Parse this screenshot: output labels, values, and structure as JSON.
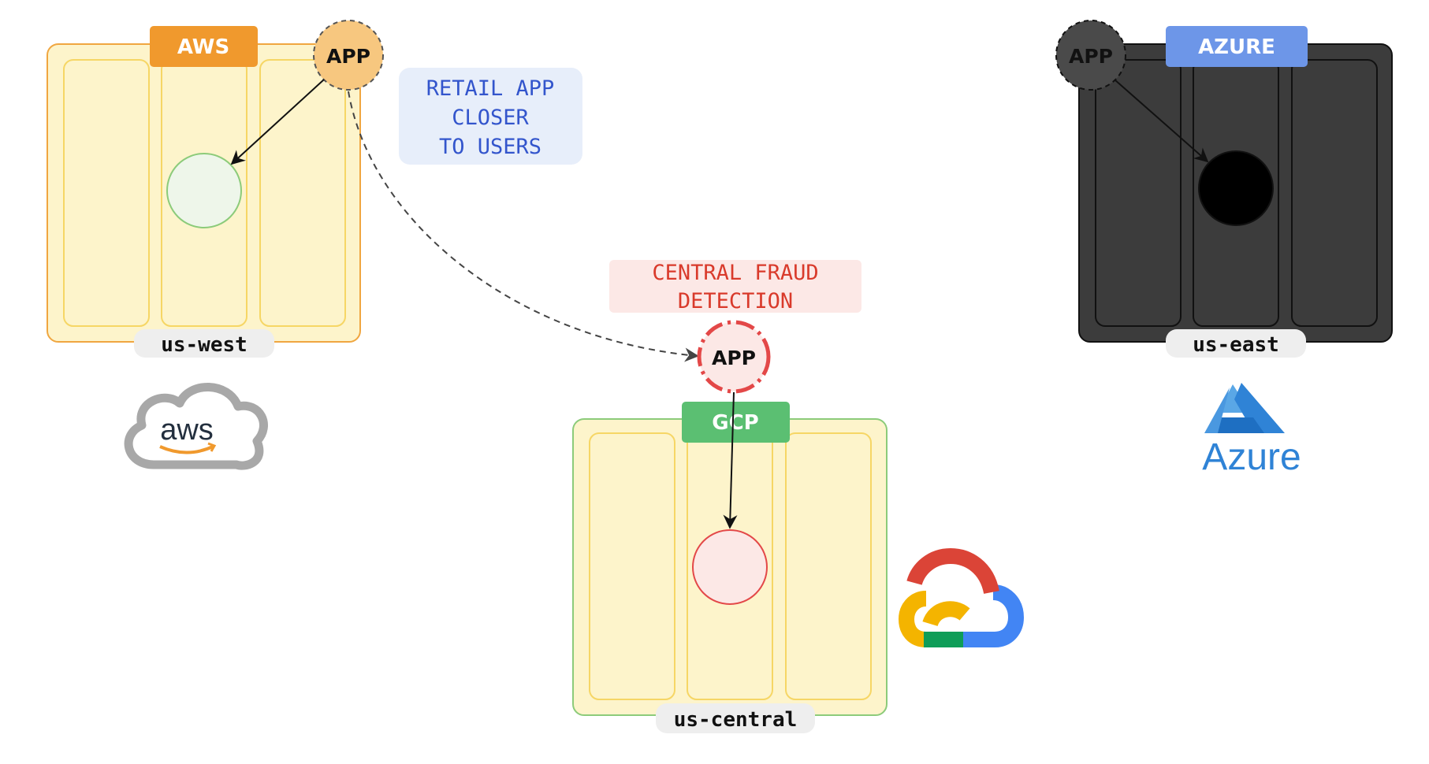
{
  "clouds": {
    "aws": {
      "tag": "AWS",
      "region": "us-west",
      "app_label": "APP",
      "logo_text": "aws"
    },
    "gcp": {
      "tag": "GCP",
      "region": "us-central",
      "app_label": "APP"
    },
    "azure": {
      "tag": "AZURE",
      "region": "us-east",
      "app_label": "APP",
      "logo_text": "Azure"
    }
  },
  "annotations": {
    "retail": [
      "RETAIL APP",
      "CLOSER",
      "TO USERS"
    ],
    "fraud": [
      "CENTRAL FRAUD",
      "DETECTION"
    ]
  },
  "colors": {
    "aws_orange": "#f0992d",
    "gcp_green": "#5bbf72",
    "azure_blue": "#6d96e8",
    "zone_fill": "#fdf4cb",
    "zone_stroke": "#f6d665",
    "dark_panel": "#3c3c3c",
    "retail_text": "#3355cc",
    "fraud_text": "#d93a2b"
  }
}
